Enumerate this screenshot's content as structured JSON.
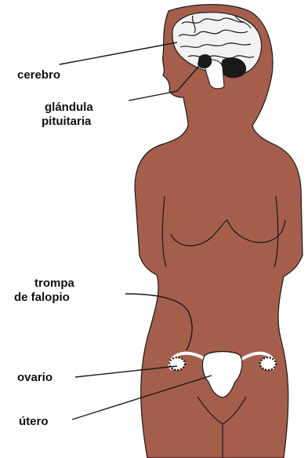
{
  "labels": {
    "brain": "cerebro",
    "pituitary_line1": "glándula",
    "pituitary_line2": "pituitaria",
    "fallopian_line1": "trompa",
    "fallopian_line2": "de falopio",
    "ovary": "ovario",
    "uterus": "útero"
  },
  "colors": {
    "skin": "#a55e4c",
    "outline": "#1a1a1a",
    "brain": "#f2f2f2",
    "organ": "#ffffff",
    "text": "#111111"
  }
}
